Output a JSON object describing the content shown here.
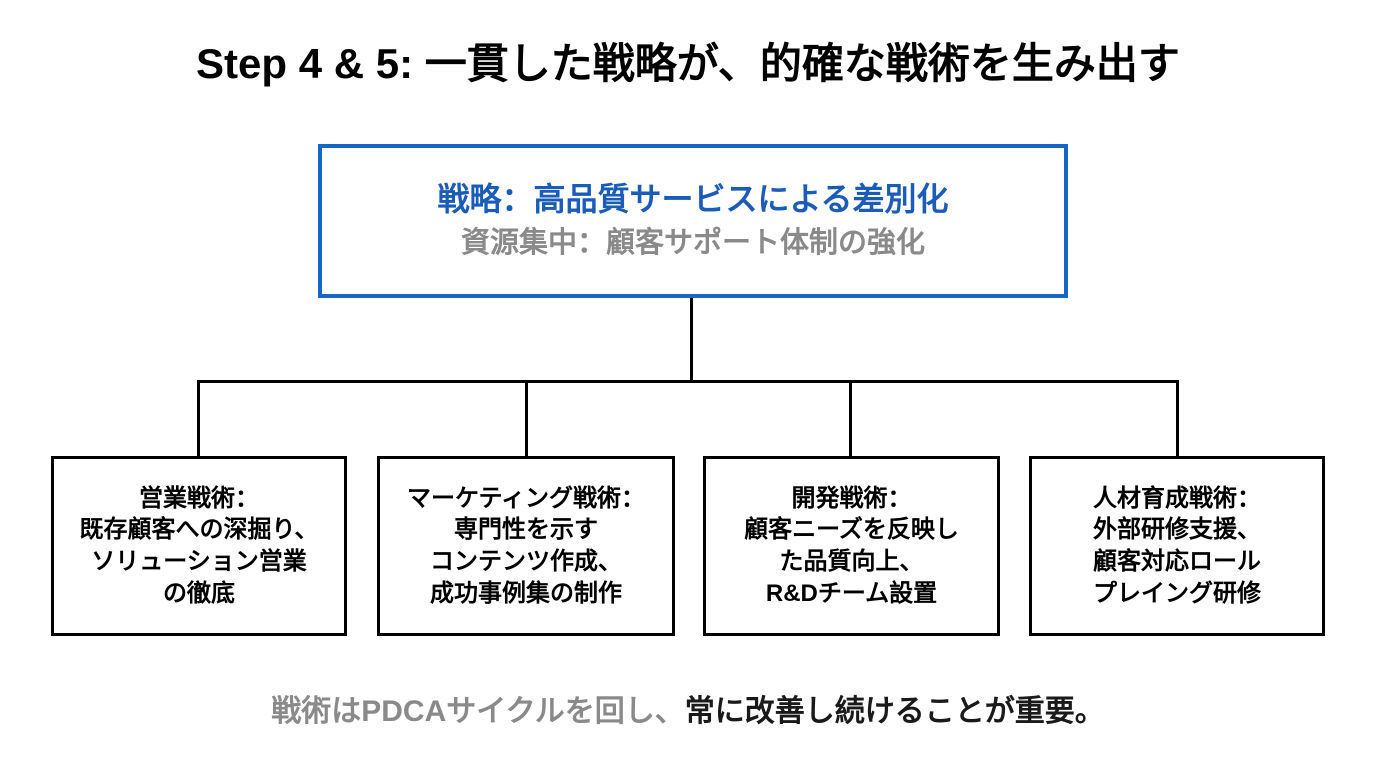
{
  "slide": {
    "title": "Step 4 & 5: 一貫した戦略が、的確な戦術を生み出す",
    "background_color": "#ffffff"
  },
  "strategy": {
    "primary_label": "戦略：高品質サービスによる差別化",
    "secondary_label": "資源集中：顧客サポート体制の強化",
    "primary_color": "#1a5cb8",
    "secondary_color": "#8a8a8a",
    "border_color": "#1766c8"
  },
  "tactics": [
    {
      "name": "sales",
      "text": "営業戦術：\n既存顧客への深掘り、\nソリューション営業\nの徹底"
    },
    {
      "name": "marketing",
      "text": "マーケティング戦術：\n専門性を示す\nコンテンツ作成、\n成功事例集の制作"
    },
    {
      "name": "development",
      "text": "開発戦術：\n顧客ニーズを反映し\nた品質向上、\nR&Dチーム設置"
    },
    {
      "name": "talent-development",
      "text": "人材育成戦術：\n外部研修支援、\n顧客対応ロール\nプレイング研修"
    }
  ],
  "footer": {
    "lead_text": "戦術はPDCAサイクルを回し、",
    "accent_text": "常に改善し続けることが重要。",
    "lead_color": "#8a8a8a",
    "accent_color": "#1a1a1a"
  }
}
